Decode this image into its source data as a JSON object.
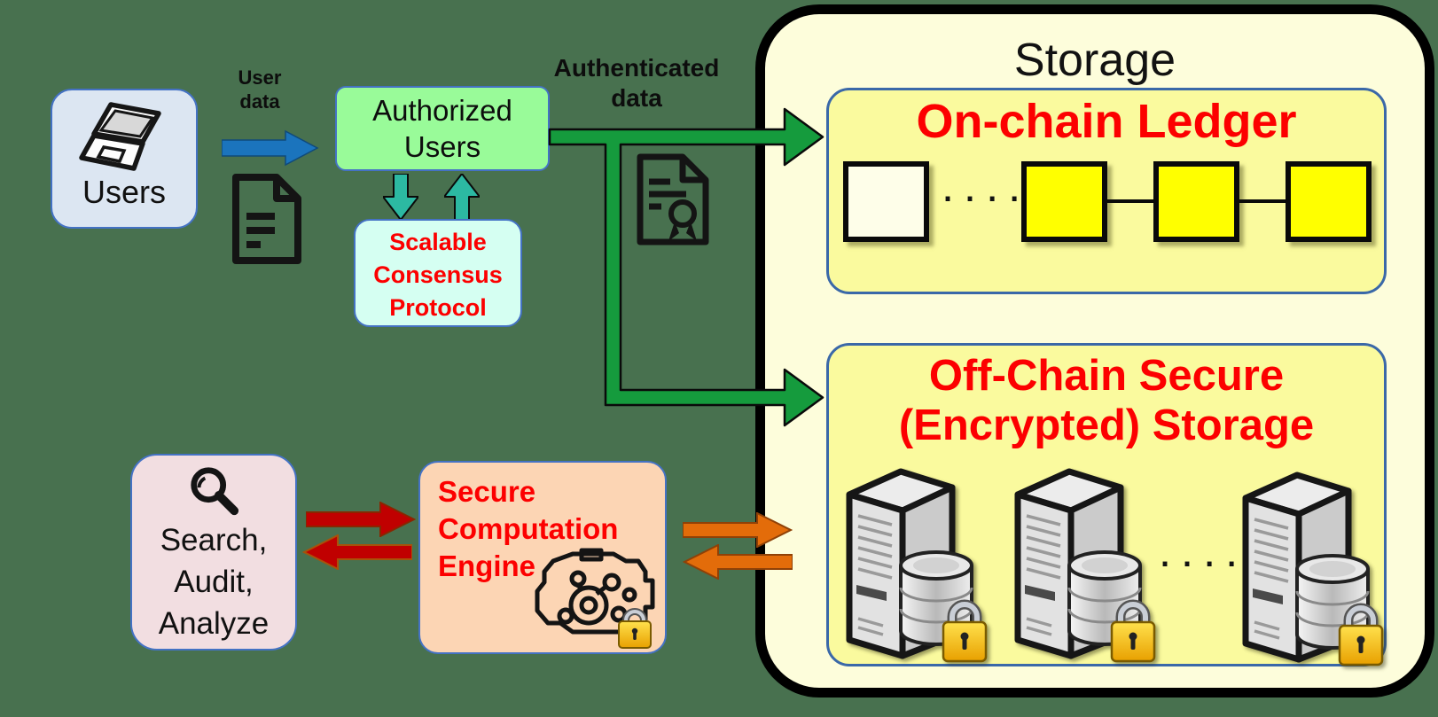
{
  "users": {
    "label": "Users"
  },
  "user_data_label": {
    "line1": "User",
    "line2": "data"
  },
  "authorized_users": {
    "line1": "Authorized",
    "line2": "Users"
  },
  "consensus": {
    "line1": "Scalable",
    "line2": "Consensus",
    "line3": "Protocol"
  },
  "authenticated_label": {
    "line1": "Authenticated",
    "line2": "data"
  },
  "storage": {
    "title": "Storage"
  },
  "onchain": {
    "title": "On-chain Ledger",
    "dots": "......"
  },
  "offchain": {
    "title_line1": "Off-Chain Secure",
    "title_line2": "(Encrypted) Storage",
    "dots": "......"
  },
  "search": {
    "line1": "Search,",
    "line2": "Audit,",
    "line3": "Analyze"
  },
  "engine": {
    "line1": "Secure",
    "line2": "Computation",
    "line3": "Engine"
  },
  "colors": {
    "background": "#48714F",
    "storage_fill": "#FDFDDB",
    "inner_box_fill": "#FAFA9E",
    "block_yellow": "#FFFF00",
    "block_genesis": "#FEFEE9",
    "users_fill": "#DCE6F2",
    "authorized_fill": "#99FB99",
    "consensus_fill": "#D5FFF2",
    "search_fill": "#F2DEE1",
    "engine_fill": "#FCD5B4",
    "box_border_blue": "#4472C4",
    "red_text": "#FC0000",
    "green_arrow": "#159B3D",
    "teal_arrow": "#2CB9A2",
    "blue_arrow": "#1B74BD",
    "red_arrow": "#C00000",
    "orange_arrow": "#E36C0A"
  }
}
